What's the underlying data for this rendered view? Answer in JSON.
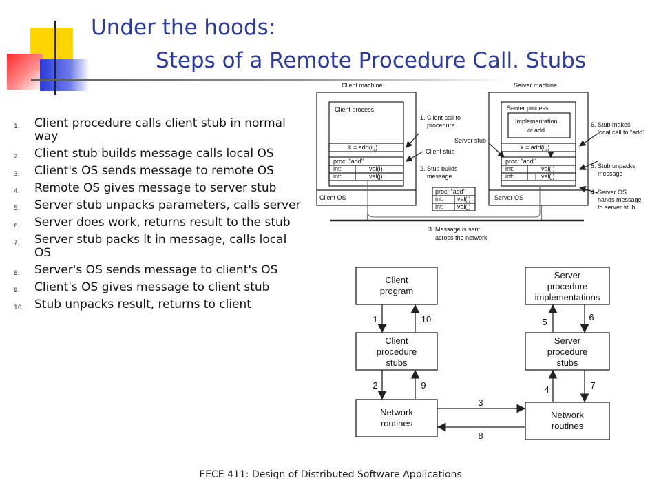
{
  "title": {
    "line1": "Under the hoods:",
    "line2": "Steps of a Remote Procedure Call.  Stubs"
  },
  "steps": [
    {
      "num": "1.",
      "text": "Client procedure calls client stub in normal way"
    },
    {
      "num": "2.",
      "text": "Client stub builds message calls local OS"
    },
    {
      "num": "3.",
      "text": "Client's OS sends message to remote OS"
    },
    {
      "num": "4.",
      "text": "Remote OS gives message to server stub"
    },
    {
      "num": "5.",
      "text": "Server stub unpacks parameters, calls server"
    },
    {
      "num": "6.",
      "text": "Server does work, returns result to the stub"
    },
    {
      "num": "7.",
      "text": "Server stub packs it in message, calls local OS"
    },
    {
      "num": "8.",
      "text": "Server's OS sends message to client's OS"
    },
    {
      "num": "9.",
      "text": "Client's OS gives message to client stub"
    },
    {
      "num": "10.",
      "text": "Stub unpacks result, returns to client"
    }
  ],
  "rpc_diagram": {
    "client_machine": "Client machine",
    "server_machine": "Server machine",
    "client_process": "Client process",
    "server_process": "Server process",
    "implementation": [
      "Implementation",
      "of add"
    ],
    "client_call": "k = add(i,j)",
    "server_call": "k = add(i,j)",
    "msg": [
      "proc: \"add\"",
      "int:",
      "val(i)",
      "int:",
      "val(j)"
    ],
    "client_os": "Client OS",
    "server_os": "Server OS",
    "labels": {
      "step1": [
        "1. Client call to",
        "procedure"
      ],
      "server_stub": "Server stub",
      "client_stub": "Client stub",
      "step2": [
        "2. Stub builds",
        "message"
      ],
      "step3": [
        "3. Message is sent",
        "across the network"
      ],
      "step4": [
        "4. Server OS",
        "hands message",
        "to server stub"
      ],
      "step5": [
        "5. Stub unpacks",
        "message"
      ],
      "step6": [
        "6. Stub makes",
        "local call to \"add\""
      ]
    }
  },
  "flow_diagram": {
    "client_program": [
      "Client",
      "program"
    ],
    "client_stubs": [
      "Client",
      "procedure",
      "stubs"
    ],
    "client_network": [
      "Network",
      "routines"
    ],
    "server_impl": [
      "Server",
      "procedure",
      "implementations"
    ],
    "server_stubs": [
      "Server",
      "procedure",
      "stubs"
    ],
    "server_network": [
      "Network",
      "routines"
    ],
    "arrows": [
      "1",
      "10",
      "2",
      "9",
      "3",
      "8",
      "5",
      "6",
      "4",
      "7"
    ]
  },
  "footer": "EECE 411: Design of Distributed Software Applications"
}
